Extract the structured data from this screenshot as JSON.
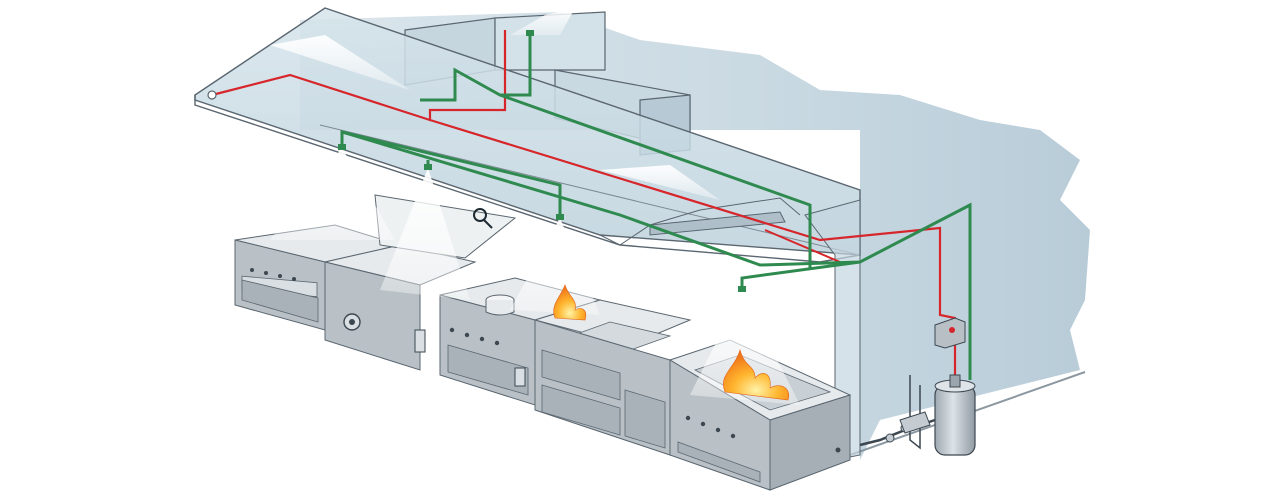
{
  "diagram": {
    "subject": "kitchen-hood-fire-suppression-system",
    "colors": {
      "wall": "#cfdde6",
      "hood_glass": "#cbdce5",
      "pipe_agent": "#2f8a4f",
      "pipe_detection": "#d6262b",
      "outline": "#5a6670",
      "appliance_face": "#b9c1c6",
      "appliance_top": "#e6eaec",
      "flame": "#f59a1b",
      "spray": "#ffffff",
      "cylinder": "#c4ccd2",
      "control_box": "#b8c0c6"
    },
    "icons": [
      "hood-icon",
      "duct-icon",
      "green-distribution-pipe-icon",
      "red-detection-line-icon",
      "spray-nozzle-icon",
      "flame-icon",
      "agent-cylinder-icon",
      "control-box-icon",
      "range-oven-icon",
      "fryer-icon",
      "griddle-icon"
    ],
    "appliances": [
      "range",
      "kettle",
      "cooktop-with-pot",
      "griddle",
      "fryer"
    ],
    "nozzle_count": 6,
    "fire_count": 2
  }
}
